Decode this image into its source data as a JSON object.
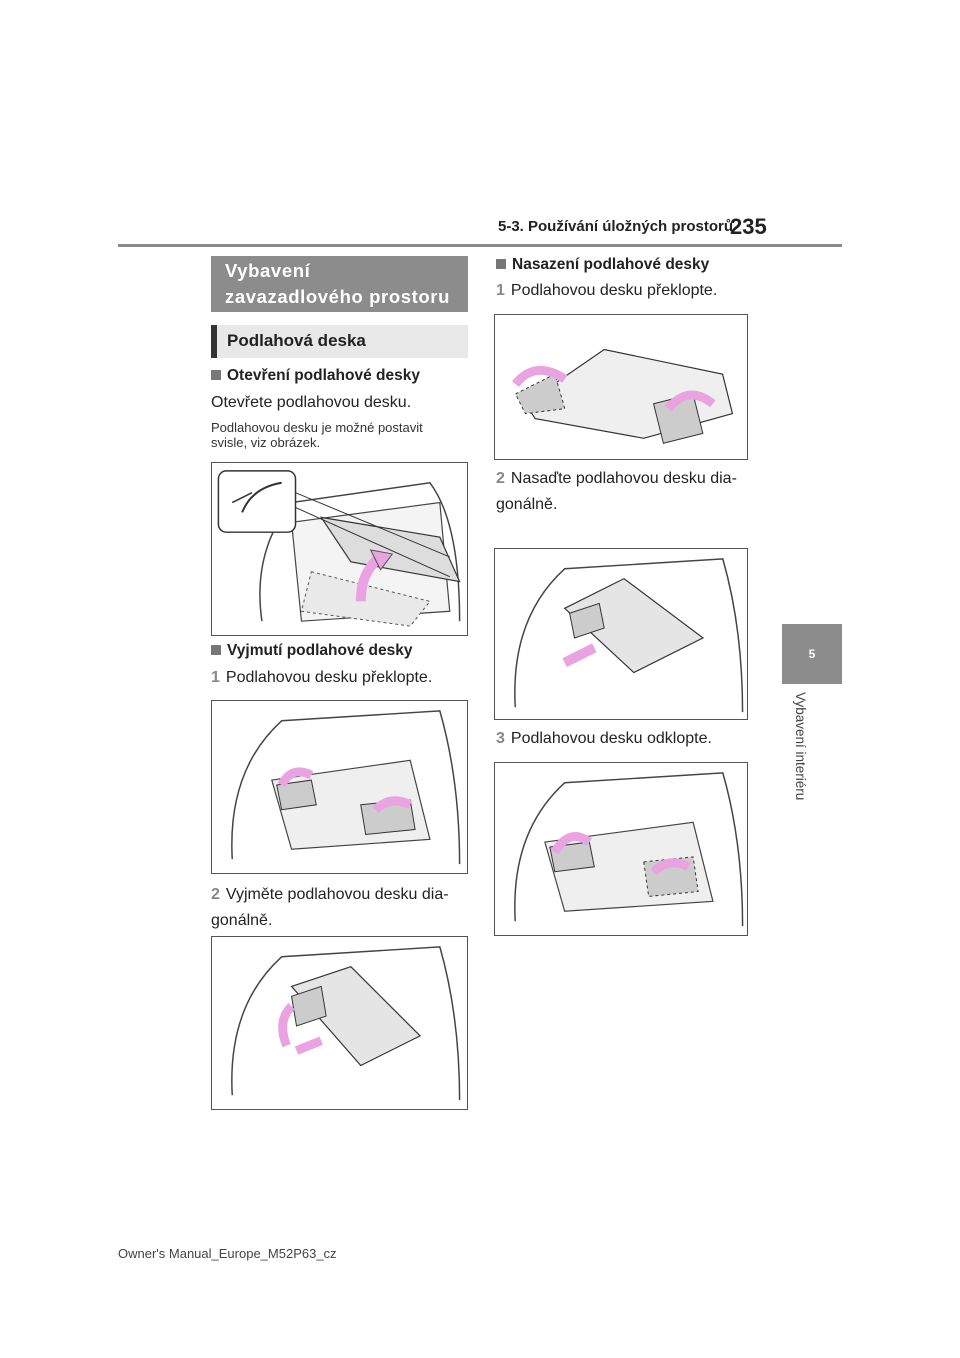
{
  "header": {
    "section": "5-3. Používání úložných prostorů",
    "page_number": "235"
  },
  "side": {
    "chapter_number": "5",
    "chapter_title": "Vybavení interiéru"
  },
  "left": {
    "main_heading": "Vybavení zavazadlového prostoru",
    "sub_heading": "Podlahová deska",
    "open": {
      "title": "Otevření podlahové desky",
      "text": "Otevřete podlahovou desku.",
      "note": "Podlahovou desku je možné postavit svisle, viz obrázek."
    },
    "remove": {
      "title": "Vyjmutí podlahové desky",
      "steps": [
        {
          "num": "1",
          "text": "Podlahovou desku překlopte."
        },
        {
          "num": "2",
          "text": "Vyjměte podlahovou desku dia-gonálně."
        }
      ]
    }
  },
  "right": {
    "install": {
      "title": "Nasazení podlahové desky",
      "steps": [
        {
          "num": "1",
          "text": "Podlahovou desku překlopte."
        },
        {
          "num": "2",
          "text": "Nasaďte podlahovou desku dia-gonálně."
        },
        {
          "num": "3",
          "text": "Podlahovou desku odklopte."
        }
      ]
    }
  },
  "footer": {
    "text": "Owner's Manual_Europe_M52P63_cz"
  },
  "colors": {
    "accent_gray": "#8c8c8c",
    "arrow_pink": "#e9a3e0",
    "rule": "#8a8a8a"
  }
}
